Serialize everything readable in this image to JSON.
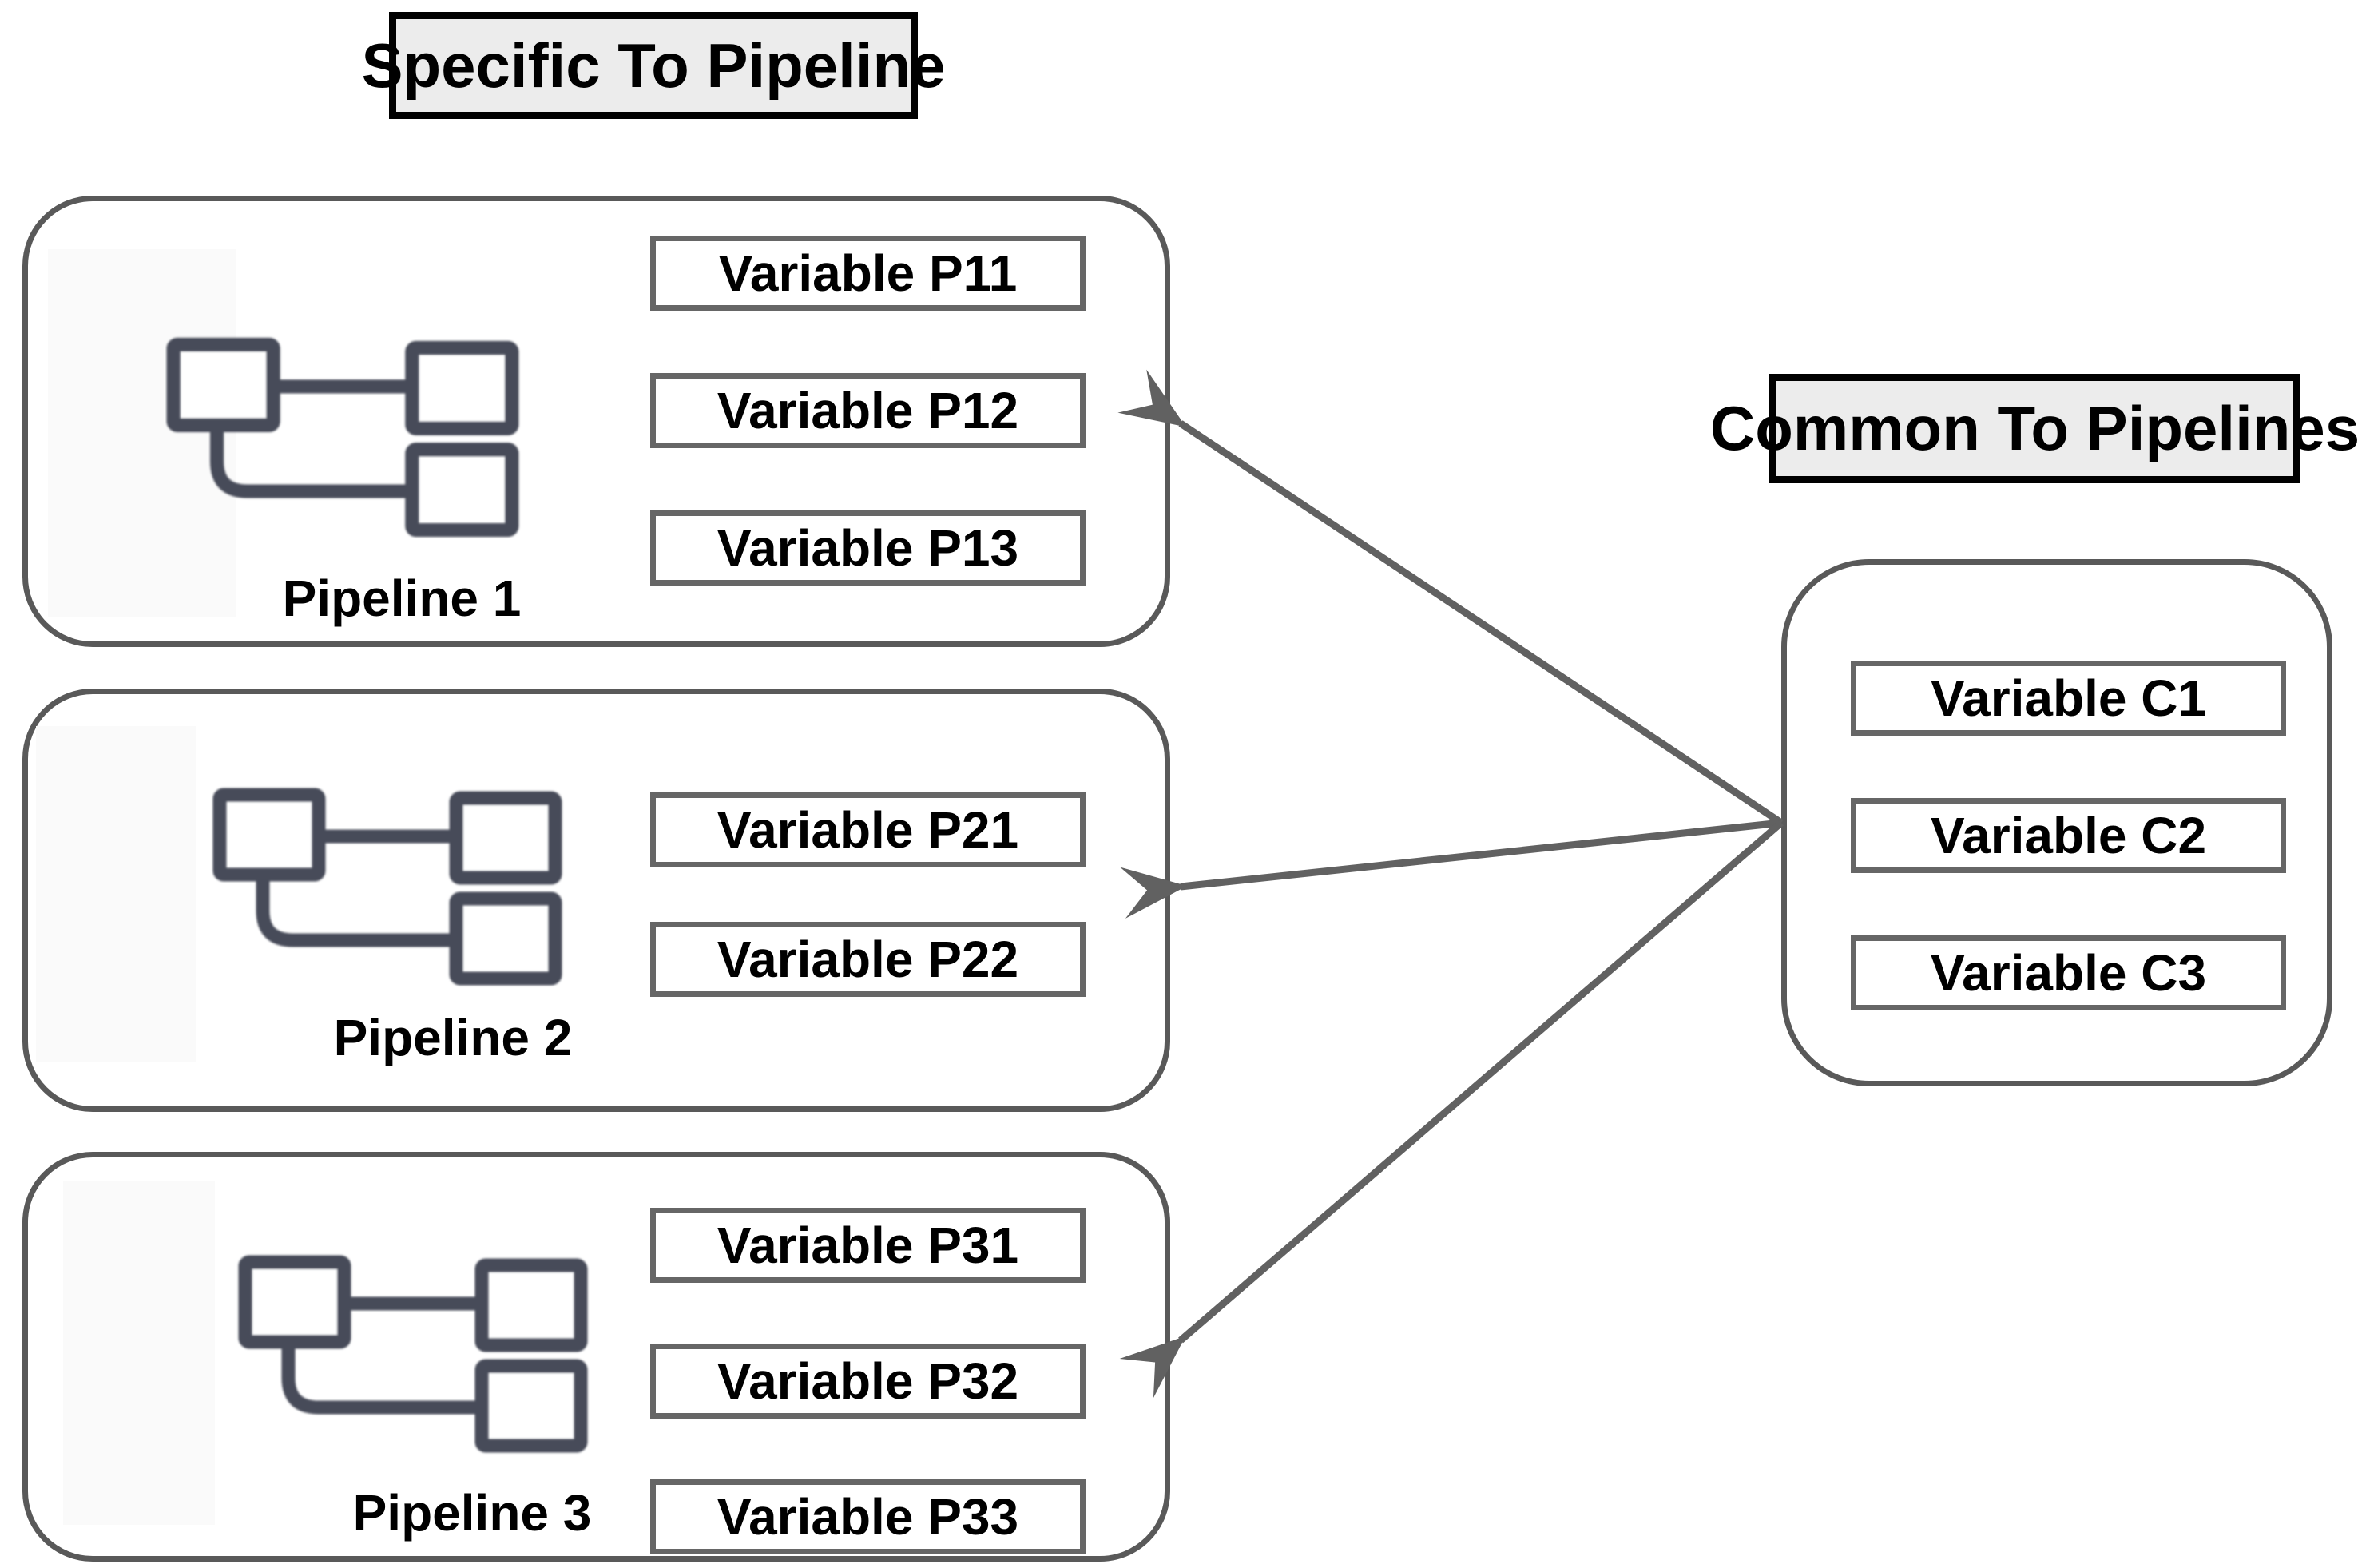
{
  "titles": {
    "left": "Specific To Pipeline",
    "right": "Common To Pipelines"
  },
  "pipelines": [
    {
      "name": "Pipeline 1",
      "variables": [
        "Variable P11",
        "Variable P12",
        "Variable P13"
      ]
    },
    {
      "name": "Pipeline 2",
      "variables": [
        "Variable P21",
        "Variable P22"
      ]
    },
    {
      "name": "Pipeline 3",
      "variables": [
        "Variable P31",
        "Variable P32",
        "Variable P33"
      ]
    }
  ],
  "common": {
    "variables": [
      "Variable C1",
      "Variable C2",
      "Variable C3"
    ]
  },
  "icons": {
    "pipeline_icon": "flowchart-icon"
  },
  "colors": {
    "background": "#ffffff",
    "title_fill": "#ececec",
    "title_border": "#000000",
    "container_border": "#595959",
    "variable_border": "#666666",
    "arrow": "#616161",
    "icon": "#474b59",
    "text": "#000000"
  }
}
